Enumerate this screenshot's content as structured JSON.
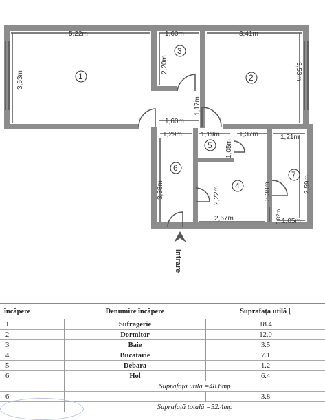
{
  "plan": {
    "dimensions": [
      "5,22m",
      "1,60m",
      "3,41m",
      "3,53m",
      "2,20m",
      "3,53m",
      "1,17m",
      "1,60m",
      "1,29m",
      "1,19m",
      "1,37m",
      "1,21m",
      "1,05m",
      "3,38m",
      "2,59m",
      "2,22m",
      "3,38m",
      "2,67m",
      "3,82m",
      "1,05m"
    ],
    "room_numbers": [
      "1",
      "2",
      "3",
      "4",
      "5",
      "6",
      "7"
    ],
    "entrance_label": "Intrare"
  },
  "table": {
    "headers": [
      "încăpere",
      "Denumire încăpere",
      "Suprafața utilă ["
    ],
    "rows": [
      {
        "nr": "1",
        "name": "Sufragerie",
        "area": "18.4"
      },
      {
        "nr": "2",
        "name": "Dormitor",
        "area": "12.0"
      },
      {
        "nr": "3",
        "name": "Baie",
        "area": "3.5"
      },
      {
        "nr": "4",
        "name": "Bucatarie",
        "area": "7.1"
      },
      {
        "nr": "5",
        "name": "Debara",
        "area": "1.2"
      },
      {
        "nr": "6",
        "name": "Hol",
        "area": "6.4"
      }
    ],
    "useful_total": "Suprafață utilă =48.6mp",
    "extra_row": {
      "nr": "6",
      "name": "",
      "area": "3.8"
    },
    "grand_total": "Suprafață totală =52.4mp"
  }
}
